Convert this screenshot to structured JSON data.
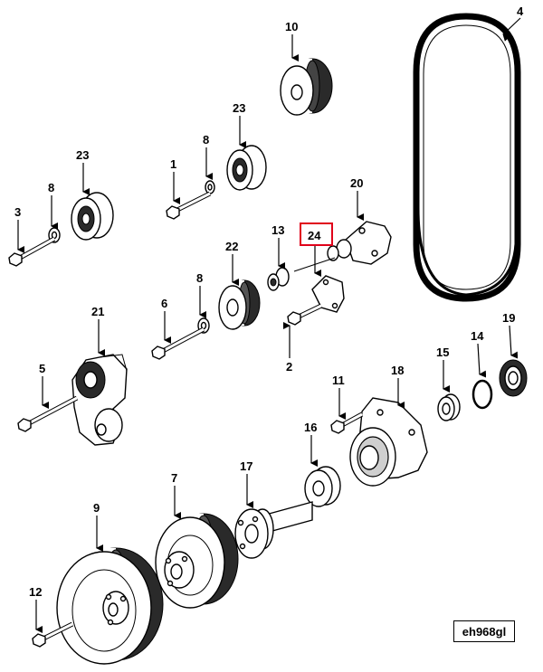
{
  "callouts": {
    "c1": "1",
    "c2": "2",
    "c3": "3",
    "c4": "4",
    "c5": "5",
    "c6": "6",
    "c7": "7",
    "c8a": "8",
    "c8b": "8",
    "c8c": "8",
    "c9": "9",
    "c10": "10",
    "c11": "11",
    "c12": "12",
    "c13": "13",
    "c14": "14",
    "c15": "15",
    "c16": "16",
    "c17": "17",
    "c18": "18",
    "c19": "19",
    "c20": "20",
    "c21": "21",
    "c22": "22",
    "c23a": "23",
    "c23b": "23",
    "c24": "24"
  },
  "highlight_color": "#e0001a",
  "figure_code": "eh968gl"
}
